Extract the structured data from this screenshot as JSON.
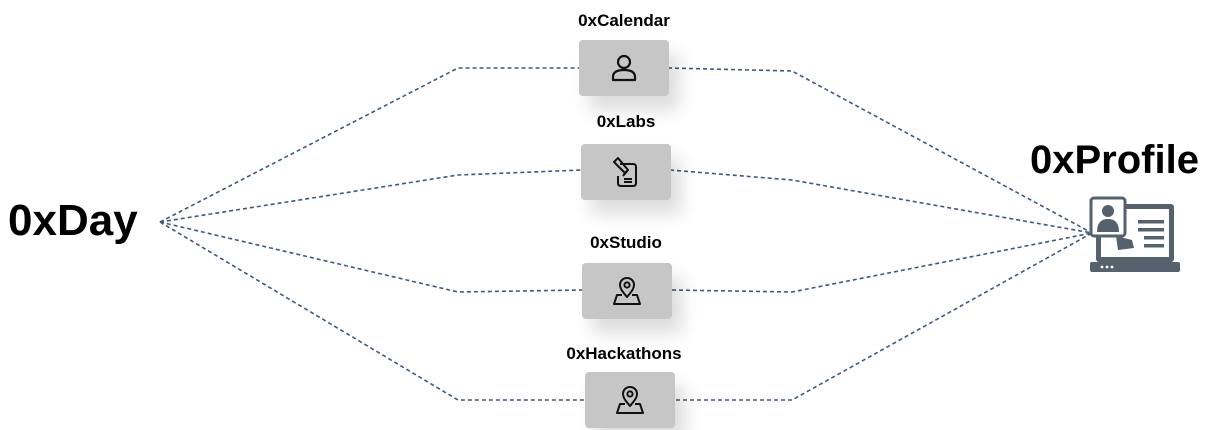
{
  "diagram": {
    "source": {
      "label": "0xDay"
    },
    "target": {
      "label": "0xProfile",
      "icon": "profile-monitor-icon"
    },
    "edge_style": {
      "color": "#3f5a7a",
      "dash": "dashed"
    },
    "nodes": [
      {
        "id": "calendar",
        "label": "0xCalendar",
        "icon": "user-icon"
      },
      {
        "id": "labs",
        "label": "0xLabs",
        "icon": "document-edit-icon"
      },
      {
        "id": "studio",
        "label": "0xStudio",
        "icon": "map-pin-icon"
      },
      {
        "id": "hackathons",
        "label": "0xHackathons",
        "icon": "map-pin-icon"
      }
    ],
    "colors": {
      "node_bg": "#c6c6c6",
      "icon_stroke": "#111111",
      "profile_icon": "#56616e"
    }
  }
}
